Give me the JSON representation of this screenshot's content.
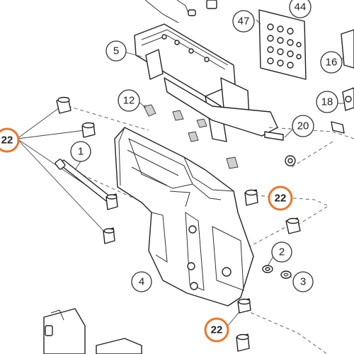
{
  "callouts": {
    "c1": "1",
    "c2": "2",
    "c3": "3",
    "c4": "4",
    "c5": "5",
    "c12": "12",
    "c16": "16",
    "c18": "18",
    "c20": "20",
    "c22a": "22",
    "c22b": "22",
    "c22c": "22",
    "c44": "44",
    "c47": "47"
  },
  "colors": {
    "highlight": "#e8772e",
    "line": "#222222",
    "shade": "#cfcfcf"
  }
}
